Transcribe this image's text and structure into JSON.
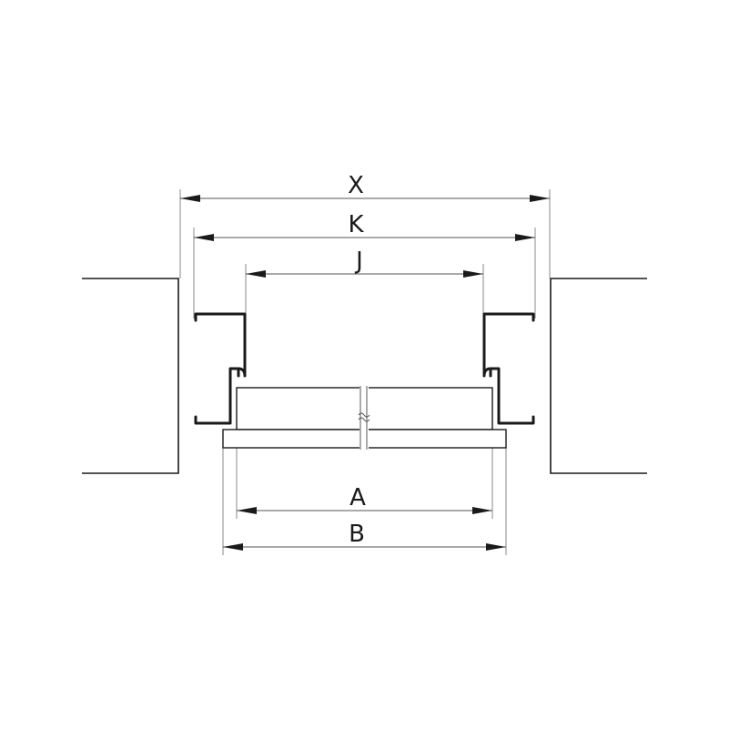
{
  "dimensions": {
    "x": "X",
    "k": "K",
    "j": "J",
    "a": "A",
    "b": "B"
  },
  "colors": {
    "line": "#1a1a1a",
    "dimension_line": "#555555",
    "background": "#ffffff"
  }
}
